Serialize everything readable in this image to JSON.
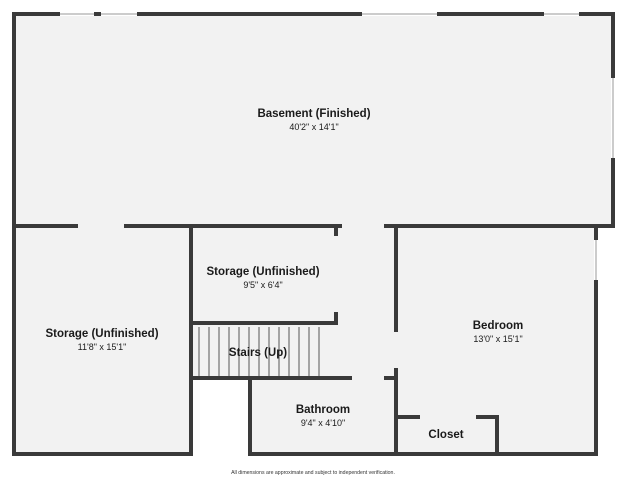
{
  "rooms": {
    "basement": {
      "name": "Basement (Finished)",
      "dimensions": "40'2\" x 14'1\""
    },
    "storage_upper": {
      "name": "Storage (Unfinished)",
      "dimensions": "9'5\" x 6'4\""
    },
    "storage_left": {
      "name": "Storage (Unfinished)",
      "dimensions": "11'8\" x 15'1\""
    },
    "stairs": {
      "name": "Stairs (Up)"
    },
    "bedroom": {
      "name": "Bedroom",
      "dimensions": "13'0\" x 15'1\""
    },
    "bathroom": {
      "name": "Bathroom",
      "dimensions": "9'4\" x 4'10\""
    },
    "closet": {
      "name": "Closet"
    }
  },
  "footer": {
    "disclaimer": "All dimensions are approximate and subject to independent verification."
  },
  "colors": {
    "wall": "#3a3a3a",
    "floor": "#f2f2f2",
    "background": "#ffffff"
  }
}
